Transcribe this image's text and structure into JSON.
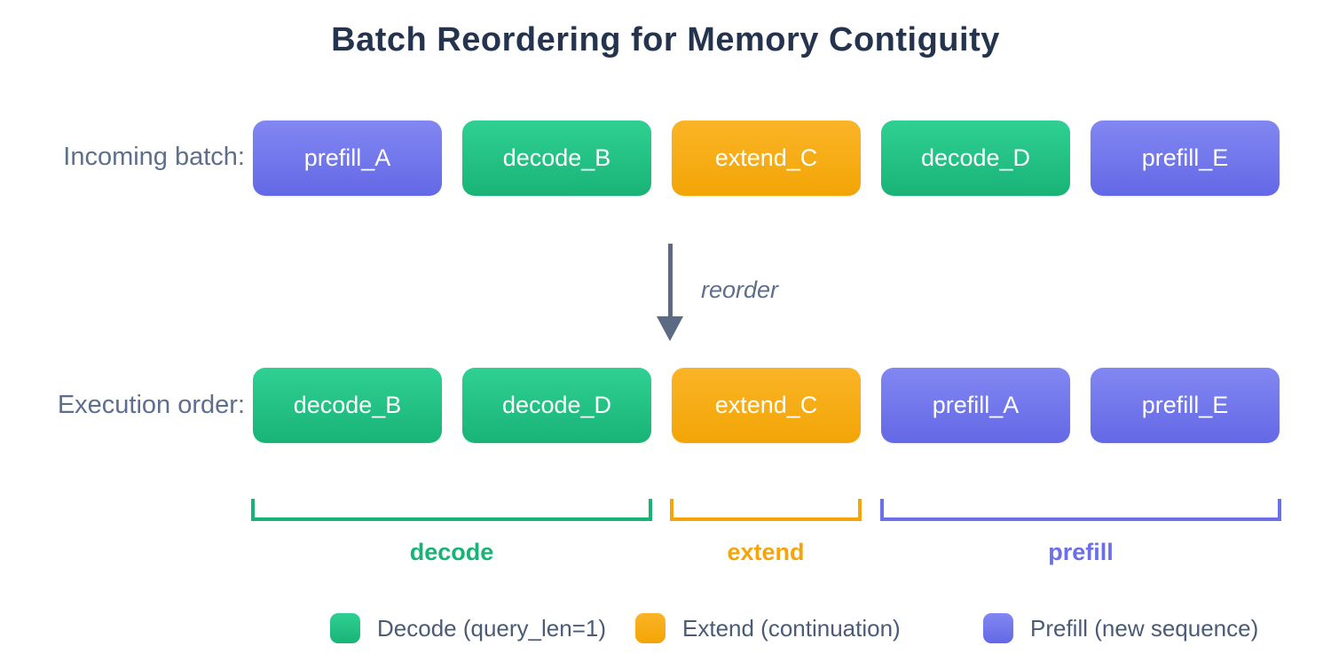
{
  "title": "Batch Reordering for Memory Contiguity",
  "colors": {
    "decode_gradient_top": "#2fd092",
    "decode_gradient_bottom": "#19b377",
    "extend_gradient_top": "#fbb427",
    "extend_gradient_bottom": "#f2a505",
    "prefill_gradient_top": "#8287f2",
    "prefill_gradient_bottom": "#6368e5",
    "decode_accent": "#17b377",
    "extend_accent": "#f5a509",
    "prefill_accent": "#6b6fe8",
    "title_text": "#24334e",
    "row_label_text": "#5d6f8d",
    "arrow": "#5b6b83"
  },
  "rows": [
    {
      "label": "Incoming batch:",
      "boxes": [
        {
          "label": "prefill_A",
          "type": "prefill"
        },
        {
          "label": "decode_B",
          "type": "decode"
        },
        {
          "label": "extend_C",
          "type": "extend"
        },
        {
          "label": "decode_D",
          "type": "decode"
        },
        {
          "label": "prefill_E",
          "type": "prefill"
        }
      ]
    },
    {
      "label": "Execution order:",
      "boxes": [
        {
          "label": "decode_B",
          "type": "decode"
        },
        {
          "label": "decode_D",
          "type": "decode"
        },
        {
          "label": "extend_C",
          "type": "extend"
        },
        {
          "label": "prefill_A",
          "type": "prefill"
        },
        {
          "label": "prefill_E",
          "type": "prefill"
        }
      ]
    }
  ],
  "arrow": {
    "label": "reorder"
  },
  "groups": [
    {
      "label": "decode",
      "type": "decode",
      "covers_boxes": 2
    },
    {
      "label": "extend",
      "type": "extend",
      "covers_boxes": 1
    },
    {
      "label": "prefill",
      "type": "prefill",
      "covers_boxes": 2
    }
  ],
  "legend": [
    {
      "label": "Decode (query_len=1)",
      "type": "decode"
    },
    {
      "label": "Extend (continuation)",
      "type": "extend"
    },
    {
      "label": "Prefill (new sequence)",
      "type": "prefill"
    }
  ]
}
